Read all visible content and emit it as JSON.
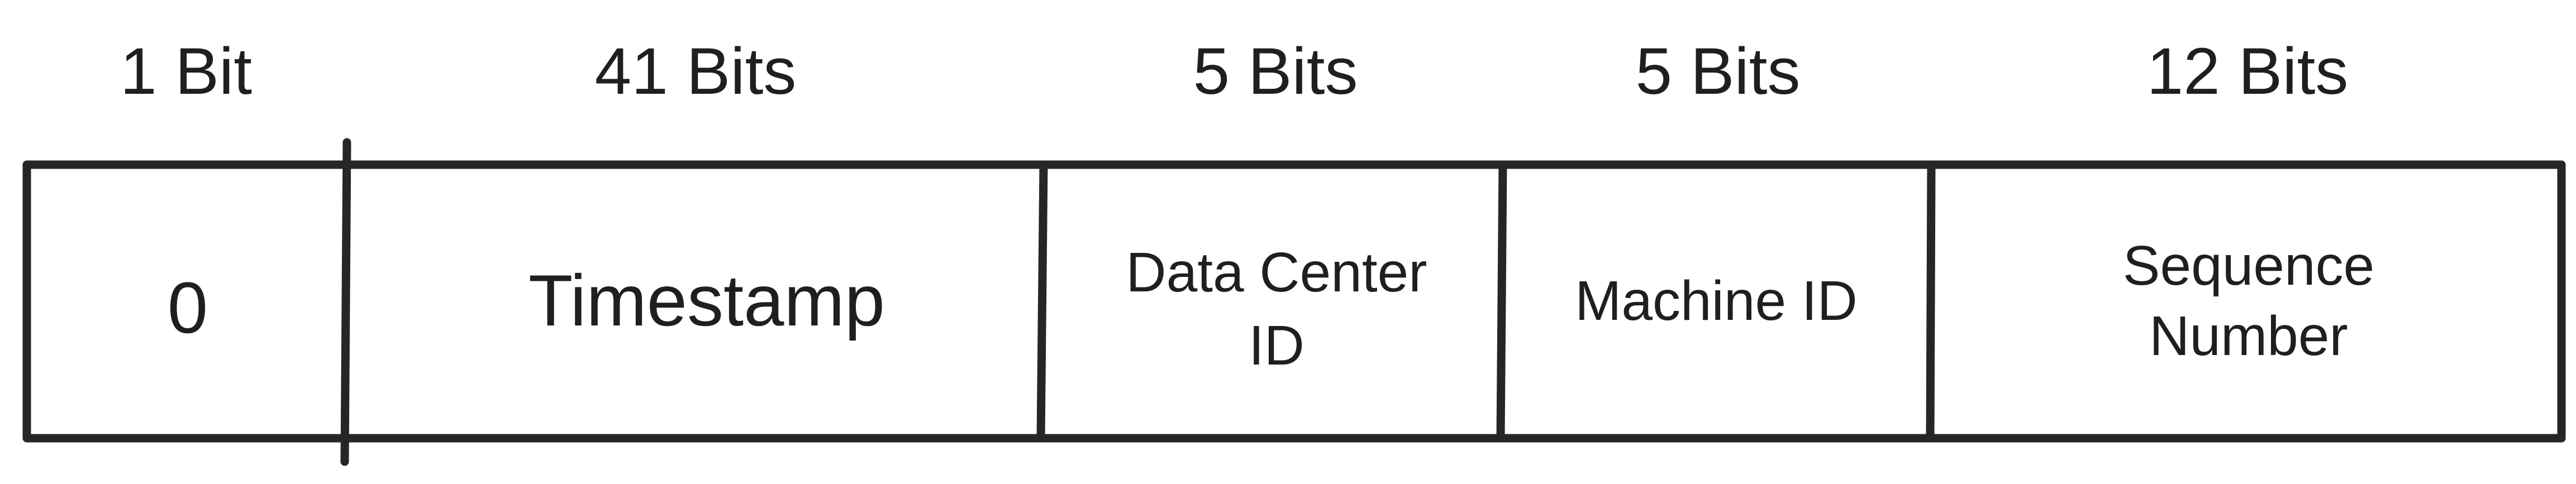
{
  "fields": [
    {
      "bits": "1 Bit",
      "name_lines": [
        "0"
      ]
    },
    {
      "bits": "41 Bits",
      "name_lines": [
        "Timestamp"
      ]
    },
    {
      "bits": "5 Bits",
      "name_lines": [
        "Data Center",
        "ID"
      ]
    },
    {
      "bits": "5 Bits",
      "name_lines": [
        "Machine ID"
      ]
    },
    {
      "bits": "12 Bits",
      "name_lines": [
        "Sequence",
        "Number"
      ]
    }
  ]
}
